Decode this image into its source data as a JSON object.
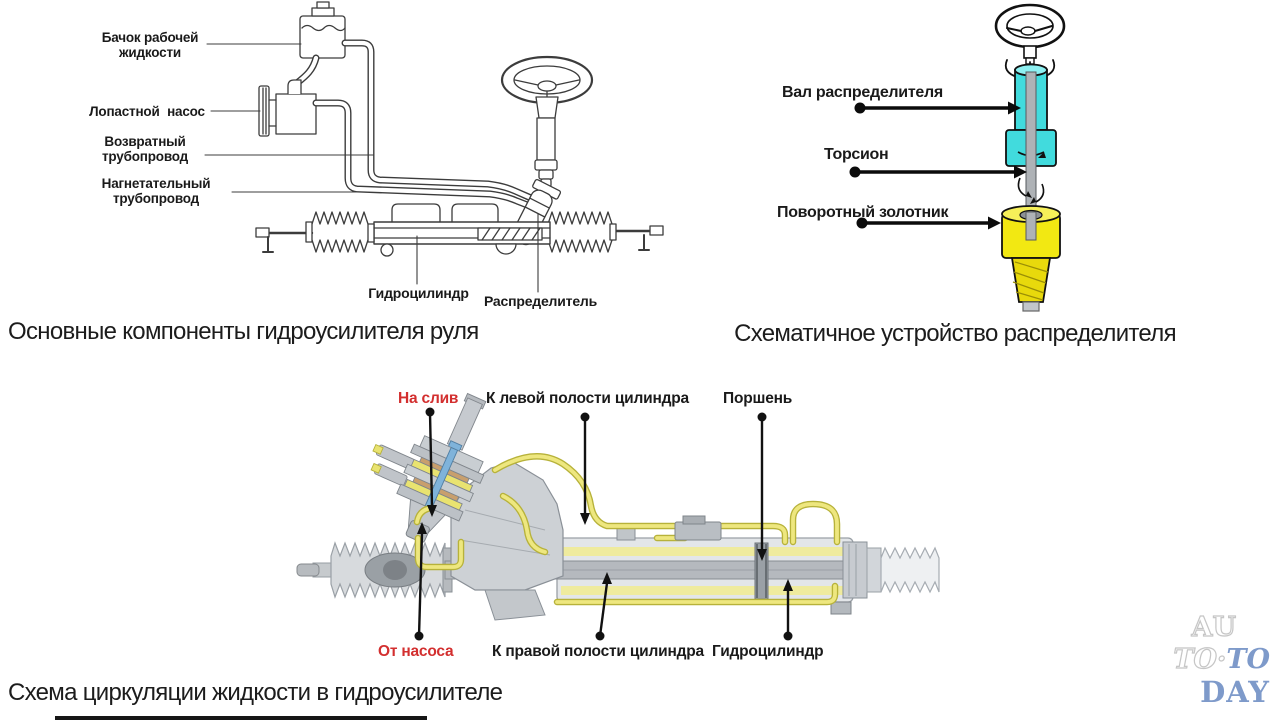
{
  "colors": {
    "red": "#d32f2f",
    "cyan": "#41dbdd",
    "yellow": "#f2e812",
    "wmblue": "#7e9aca",
    "ink": "#1c1c1c"
  },
  "captions": {
    "components": "Основные компоненты гидроусилителя руля",
    "valve": "Схематичное устройство распределителя",
    "circulation": "Схема циркуляции жидкости в гидроусилителе"
  },
  "components_labels": {
    "reservoir_line1": "Бачок рабочей",
    "reservoir_line2": "жидкости",
    "pump": "Лопастной насос",
    "return_line1": "Возвратный",
    "return_line2": "трубопровод",
    "pressure_line1": "Нагнетательный",
    "pressure_line2": "трубопровод",
    "cylinder": "Гидроцилиндр",
    "distributor": "Распределитель"
  },
  "valve_labels": {
    "shaft": "Вал распределителя",
    "torsion": "Торсион",
    "spool": "Поворотный золотник"
  },
  "circulation_labels": {
    "drain": "На слив",
    "left_cavity": "К левой полости цилиндра",
    "piston": "Поршень",
    "from_pump": "От насоса",
    "right_cavity": "К правой полости цилиндра",
    "cylinder": "Гидроцилиндр"
  },
  "watermark": {
    "line1": "AU",
    "line2_white": "TO·",
    "line2_blue": "TO",
    "line3": "DAY"
  }
}
